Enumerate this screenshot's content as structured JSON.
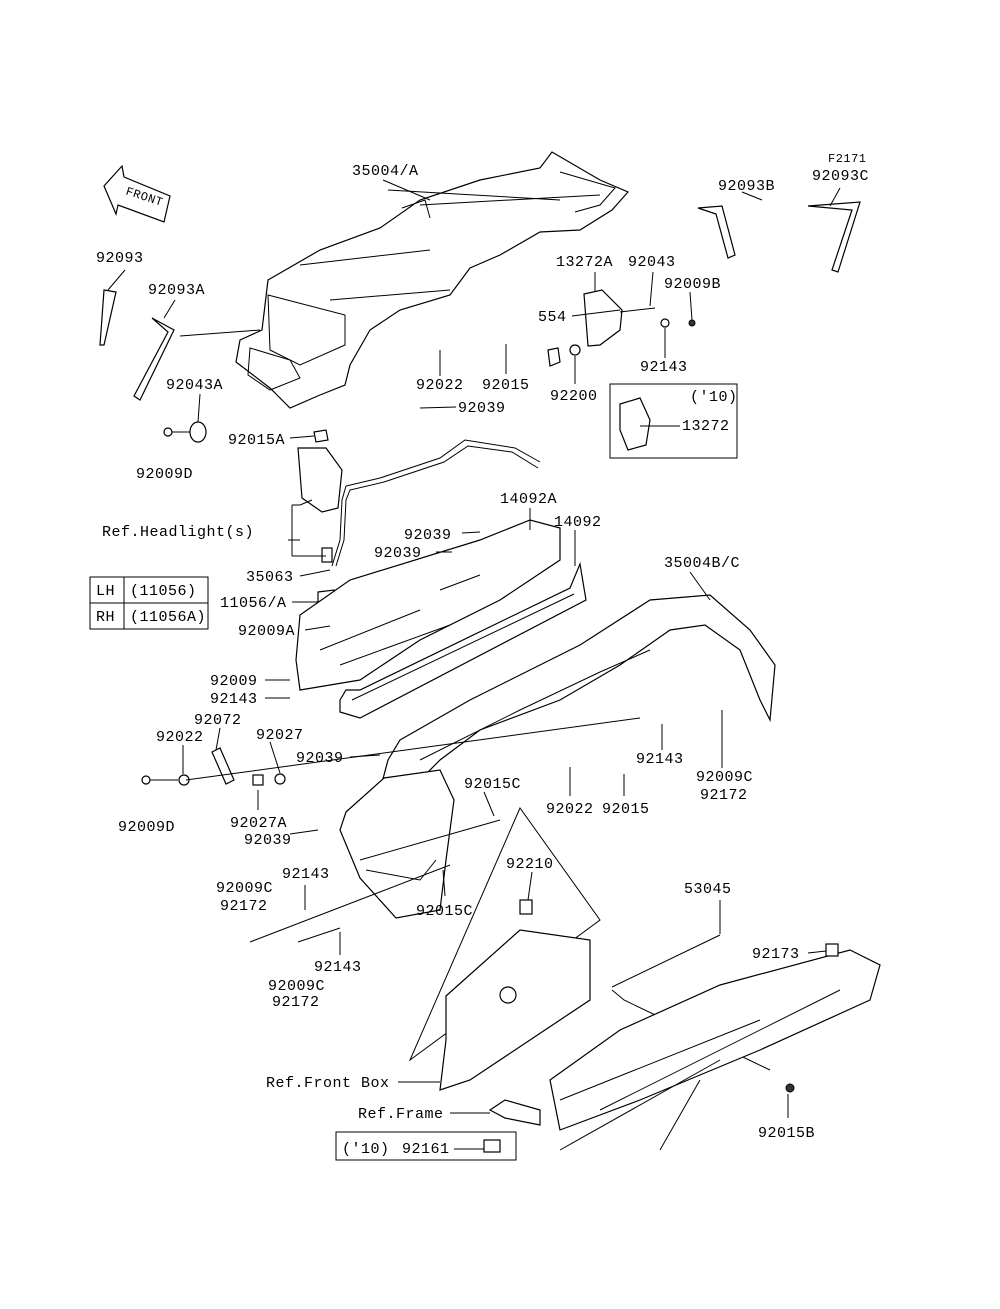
{
  "figure_code": "F2171",
  "front_arrow": "FRONT",
  "labels": {
    "p35004A": "35004/A",
    "p92093B": "92093B",
    "p92093C": "92093C",
    "p92093": "92093",
    "p92093A": "92093A",
    "p13272A": "13272A",
    "p92043": "92043",
    "p92009B": "92009B",
    "p554": "554",
    "p92143a": "92143",
    "p92200": "92200",
    "p92022a": "92022",
    "p92015a": "92015",
    "p92043A": "92043A",
    "p92039a": "92039",
    "p92015A": "92015A",
    "p92009Da": "92009D",
    "p13272": "13272",
    "year10a": "('10)",
    "refHeadlight": "Ref.Headlight(s)",
    "p14092A": "14092A",
    "p92039b": "92039",
    "p14092": "14092",
    "p92039c": "92039",
    "p35063": "35063",
    "p35004BC": "35004B/C",
    "p11056A": "11056/A",
    "p92009A": "92009A",
    "p92009a": "92009",
    "p92143b": "92143",
    "p92072": "92072",
    "p92022b": "92022",
    "p92027": "92027",
    "p92039d": "92039",
    "p92143c": "92143",
    "p92009Ca": "92009C",
    "p92172a": "92172",
    "p92009Db": "92009D",
    "p92027A": "92027A",
    "p92015C_a": "92015C",
    "p92022c": "92022",
    "p92015b": "92015",
    "p92039e": "92039",
    "p92143d": "92143",
    "p92009Cb": "92009C",
    "p92172b": "92172",
    "p92015C_b": "92015C",
    "p92143e": "92143",
    "p92009Cc": "92009C",
    "p92172c": "92172",
    "p92210": "92210",
    "p53045": "53045",
    "p92173": "92173",
    "refFrontBox": "Ref.Front Box",
    "refFrame": "Ref.Frame",
    "p92015B": "92015B",
    "year10b": "('10)",
    "p92161": "92161"
  },
  "side_table": {
    "rows": [
      {
        "side": "LH",
        "part": "(11056)"
      },
      {
        "side": "RH",
        "part": "(11056A)"
      }
    ]
  }
}
